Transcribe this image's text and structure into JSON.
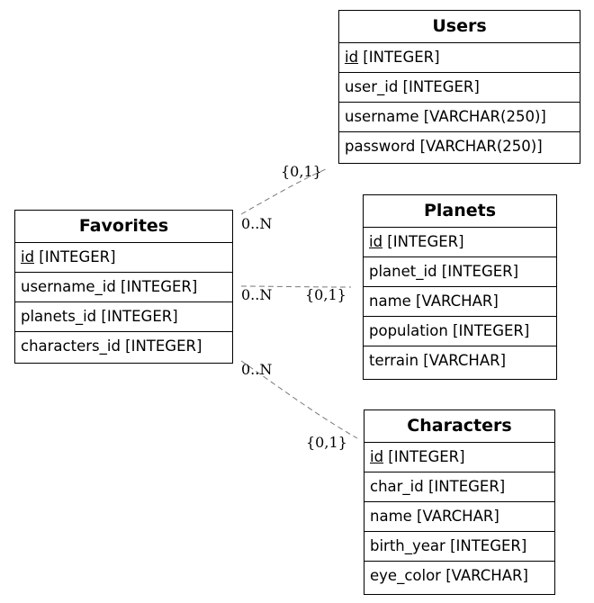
{
  "entities": {
    "users": {
      "title": "Users",
      "fields": [
        {
          "pk": "id",
          "type": " [INTEGER]"
        },
        {
          "text": "user_id [INTEGER]"
        },
        {
          "text": "username [VARCHAR(250)]"
        },
        {
          "text": "password [VARCHAR(250)]"
        }
      ]
    },
    "favorites": {
      "title": "Favorites",
      "fields": [
        {
          "pk": "id",
          "type": " [INTEGER]"
        },
        {
          "text": "username_id [INTEGER]"
        },
        {
          "text": "planets_id [INTEGER]"
        },
        {
          "text": "characters_id [INTEGER]"
        }
      ]
    },
    "planets": {
      "title": "Planets",
      "fields": [
        {
          "pk": "id",
          "type": " [INTEGER]"
        },
        {
          "text": "planet_id [INTEGER]"
        },
        {
          "text": "name [VARCHAR]"
        },
        {
          "text": "population [INTEGER]"
        },
        {
          "text": "terrain [VARCHAR]"
        }
      ]
    },
    "characters": {
      "title": "Characters",
      "fields": [
        {
          "pk": "id",
          "type": " [INTEGER]"
        },
        {
          "text": "char_id [INTEGER]"
        },
        {
          "text": "name [VARCHAR]"
        },
        {
          "text": "birth_year [INTEGER]"
        },
        {
          "text": "eye_color [VARCHAR]"
        }
      ]
    }
  },
  "relations": [
    {
      "from": "favorites",
      "to": "users",
      "from_card": "0..N",
      "to_card": "{0,1}"
    },
    {
      "from": "favorites",
      "to": "planets",
      "from_card": "0..N",
      "to_card": "{0,1}"
    },
    {
      "from": "favorites",
      "to": "characters",
      "from_card": "0..N",
      "to_card": "{0,1}"
    }
  ]
}
